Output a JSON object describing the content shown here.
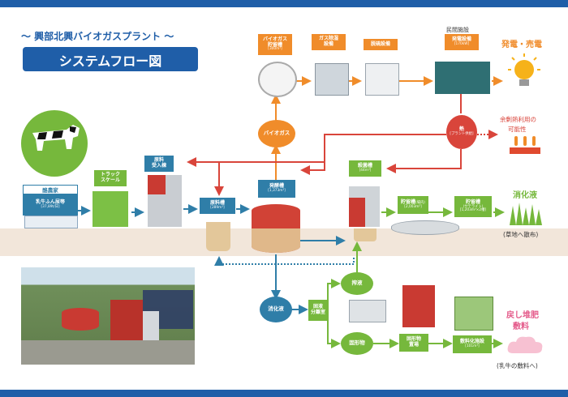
{
  "header": {
    "subtitle": "〜 興部北興バイオガスプラント 〜",
    "title": "システムフロー図"
  },
  "colors": {
    "navy": "#1f5ea8",
    "blue": "#2f7ea8",
    "green": "#76b83c",
    "orange": "#f08c2a",
    "red": "#d9453b",
    "pink": "#e45a8a",
    "ground": "#f2e6da"
  },
  "icons": [
    "cow-icon",
    "lightbulb-icon",
    "heat-icon",
    "grass-icon",
    "cloud-icon"
  ],
  "nodes": {
    "farm": {
      "title": "酪農家",
      "line1": "乳牛ふん尿等",
      "line2": "[37,89t/日]"
    },
    "truck_scale": {
      "line1": "トラック",
      "line2": "スケール"
    },
    "intake": {
      "line1": "原料",
      "line2": "受入棟"
    },
    "raw_tank": {
      "line1": "原料槽",
      "line2": "[289m³]"
    },
    "fermenter": {
      "line1": "発酵槽",
      "line2": "[1,373m³]"
    },
    "biogas": {
      "label": "バイオガス"
    },
    "gas_holder": {
      "line1": "バイオガス",
      "line2": "貯留槽",
      "line3": "[300m³]"
    },
    "gas_clean": {
      "line1": "ガス除湿",
      "line2": "設備"
    },
    "desulf": {
      "line1": "脱硫設備"
    },
    "private": {
      "label": "民間施設"
    },
    "generator": {
      "line1": "発電設備",
      "line2": "[170kW]"
    },
    "power": {
      "label": "発電・売電"
    },
    "heat": {
      "line1": "熱",
      "line2": "[プラント供給]"
    },
    "heat_use": {
      "line1": "余剰熱利用の",
      "line2": "可能性"
    },
    "sterilize": {
      "line1": "殺菌槽",
      "line2": "[44m³]"
    },
    "storage1": {
      "line1": "貯留槽",
      "line1b": "(場内)",
      "line2": "[2,003m³]"
    },
    "storage2": {
      "line1": "貯留槽",
      "line1b": "(サテライト)",
      "line2": "[1,203m³×2槽]"
    },
    "digestate": {
      "label": "消化液"
    },
    "grassland": {
      "label": "(草地へ散布)"
    },
    "digestate_circle": {
      "label": "消化液"
    },
    "separator": {
      "line1": "固液",
      "line2": "分離室"
    },
    "liquid": {
      "label": "搾液"
    },
    "solid": {
      "label": "固形物"
    },
    "solid_yard": {
      "line1": "固形物",
      "line2": "置場"
    },
    "bedding_facility": {
      "line1": "敷料化施設",
      "line2": "[101m³]"
    },
    "compost": {
      "line1": "戻し堆肥",
      "line2": "敷料"
    },
    "cow_bedding": {
      "label": "(乳牛の敷料へ)"
    }
  }
}
